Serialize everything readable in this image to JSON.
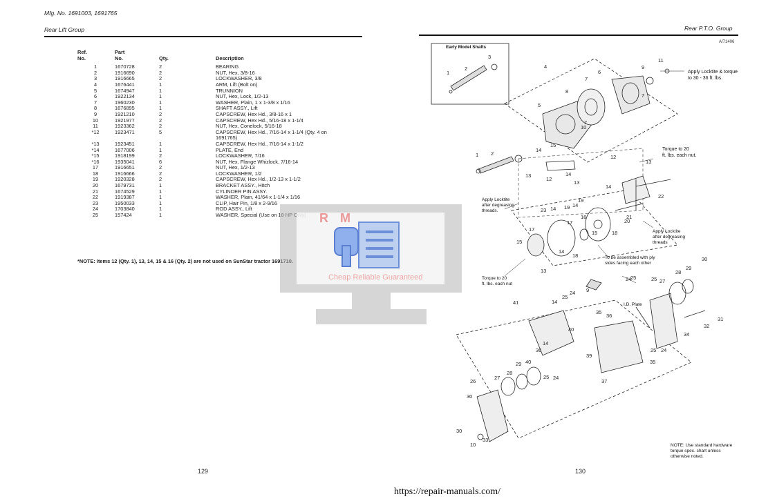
{
  "left_page": {
    "mfg": "Mfg. No. 1691003, 1691765",
    "group": "Rear Lift Group",
    "columns": {
      "ref": "Ref.\nNo.",
      "part": "Part\nNo.",
      "qty": "Qty.",
      "desc": "Description"
    },
    "rows": [
      {
        "ref": "1",
        "part": "1670728",
        "qty": "2",
        "desc": "BEARING"
      },
      {
        "ref": "2",
        "part": "1916690",
        "qty": "2",
        "desc": "NUT, Hex, 3/8-16"
      },
      {
        "ref": "3",
        "part": "1916665",
        "qty": "2",
        "desc": "LOCKWASHER, 3/8"
      },
      {
        "ref": "4",
        "part": "1676441",
        "qty": "1",
        "desc": "ARM, Lift (Bolt on)"
      },
      {
        "ref": "5",
        "part": "1674947",
        "qty": "1",
        "desc": "TRUNNION"
      },
      {
        "ref": "6",
        "part": "1922134",
        "qty": "1",
        "desc": "NUT, Hex, Lock, 1/2-13"
      },
      {
        "ref": "7",
        "part": "1960230",
        "qty": "1",
        "desc": "WASHER, Plain, 1 x 1-3/8 x 1/16"
      },
      {
        "ref": "8",
        "part": "1676895",
        "qty": "1",
        "desc": "SHAFT ASSY., Lift"
      },
      {
        "ref": "9",
        "part": "1921210",
        "qty": "2",
        "desc": "CAPSCREW, Hex Hd., 3/8-16 x 1"
      },
      {
        "ref": "10",
        "part": "1921977",
        "qty": "2",
        "desc": "CAPSCREW, Hex Hd., 5/16-18 x 1-1/4"
      },
      {
        "ref": "11",
        "part": "1923362",
        "qty": "2",
        "desc": "NUT, Hex, Conelock, 5/16-18"
      },
      {
        "ref": "*12",
        "part": "1923471",
        "qty": "5",
        "desc": "CAPSCREW, Hex Hd., 7/16-14 x 1-1/4 (Qty. 4 on 1691765)"
      },
      {
        "ref": "*13",
        "part": "1923451",
        "qty": "1",
        "desc": "CAPSCREW, Hex Hd., 7/16-14 x 1-1/2"
      },
      {
        "ref": "*14",
        "part": "1677006",
        "qty": "1",
        "desc": "PLATE, End"
      },
      {
        "ref": "*15",
        "part": "1918199",
        "qty": "2",
        "desc": "LOCKWASHER, 7/16"
      },
      {
        "ref": "*16",
        "part": "1935041",
        "qty": "6",
        "desc": "NUT, Hex, Flange Whizlock, 7/16-14"
      },
      {
        "ref": "17",
        "part": "1916651",
        "qty": "2",
        "desc": "NUT, Hex, 1/2-13"
      },
      {
        "ref": "18",
        "part": "1916666",
        "qty": "2",
        "desc": "LOCKWASHER, 1/2"
      },
      {
        "ref": "19",
        "part": "1920328",
        "qty": "2",
        "desc": "CAPSCREW, Hex Hd., 1/2-13 x 1-1/2"
      },
      {
        "ref": "20",
        "part": "1679731",
        "qty": "1",
        "desc": "BRACKET ASSY., Hitch"
      },
      {
        "ref": "21",
        "part": "1674529",
        "qty": "1",
        "desc": "CYLINDER PIN ASSY."
      },
      {
        "ref": "22",
        "part": "1919387",
        "qty": "1",
        "desc": "WASHER, Plain, 41/64 x 1-1/4 x 1/16"
      },
      {
        "ref": "23",
        "part": "1950033",
        "qty": "1",
        "desc": "CLIP, Hair Pin, 1/8 x 2-9/16"
      },
      {
        "ref": "24",
        "part": "1703840",
        "qty": "1",
        "desc": "ROD ASSY., Lift"
      },
      {
        "ref": "25",
        "part": "157424",
        "qty": "1",
        "desc": "WASHER, Special (Use on 18 HP Only)"
      }
    ],
    "note": "*NOTE: Items 12 (Qty. 1), 13, 14, 15 & 16 (Qty. 2) are not used on SunStar tractor 1691710.",
    "page_number": "129"
  },
  "right_page": {
    "group": "Rear P.T.O. Group",
    "figure_id": "A/71406",
    "inset_title": "Early Model Shafts",
    "callouts": {
      "locktite_torque": "Apply Locktite & torque\nto 30 - 36 ft. lbs.",
      "torque_each_nut": "Torque to 20\nft. lbs. each nut.",
      "locktite_after_degreasing": "Apply Locktite\nafter degreasing\nthreads.",
      "locktite_after_degreasing_2": "Apply Locktite\nafter degreasing\nthreads",
      "assembled_ply": "To be assembled with ply\nsides facing each other",
      "torque_each_nut_2": "Torque to 20\nft. lbs. each nut",
      "id_plate": "I.D. Plate",
      "note_hardware": "NOTE: Use standard hardware\ntorque spec. chart unless\notherwise noted."
    },
    "page_number": "130"
  },
  "watermark": {
    "letters": "R M",
    "slogan": "Cheap Reliable Guaranteed"
  },
  "footer_url": "https://repair-manuals.com/"
}
